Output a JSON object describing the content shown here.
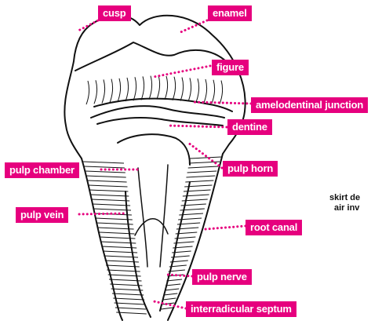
{
  "colors": {
    "label_bg": "#e6007e",
    "leader": "#e6007e",
    "ink": "#111111"
  },
  "labels": {
    "cusp": "cusp",
    "enamel": "enamel",
    "figure": "figure",
    "amelodentinal_junction": "amelodentinal junction",
    "dentine": "dentine",
    "pulp_horn": "pulp horn",
    "pulp_chamber": "pulp chamber",
    "root_canal": "root canal",
    "pulp_vein": "pulp vein",
    "pulp_nerve": "pulp nerve",
    "interradicular_septum": "interradicular septum"
  },
  "clipped_text": {
    "line1": "skirt de",
    "line2": "air inv"
  }
}
